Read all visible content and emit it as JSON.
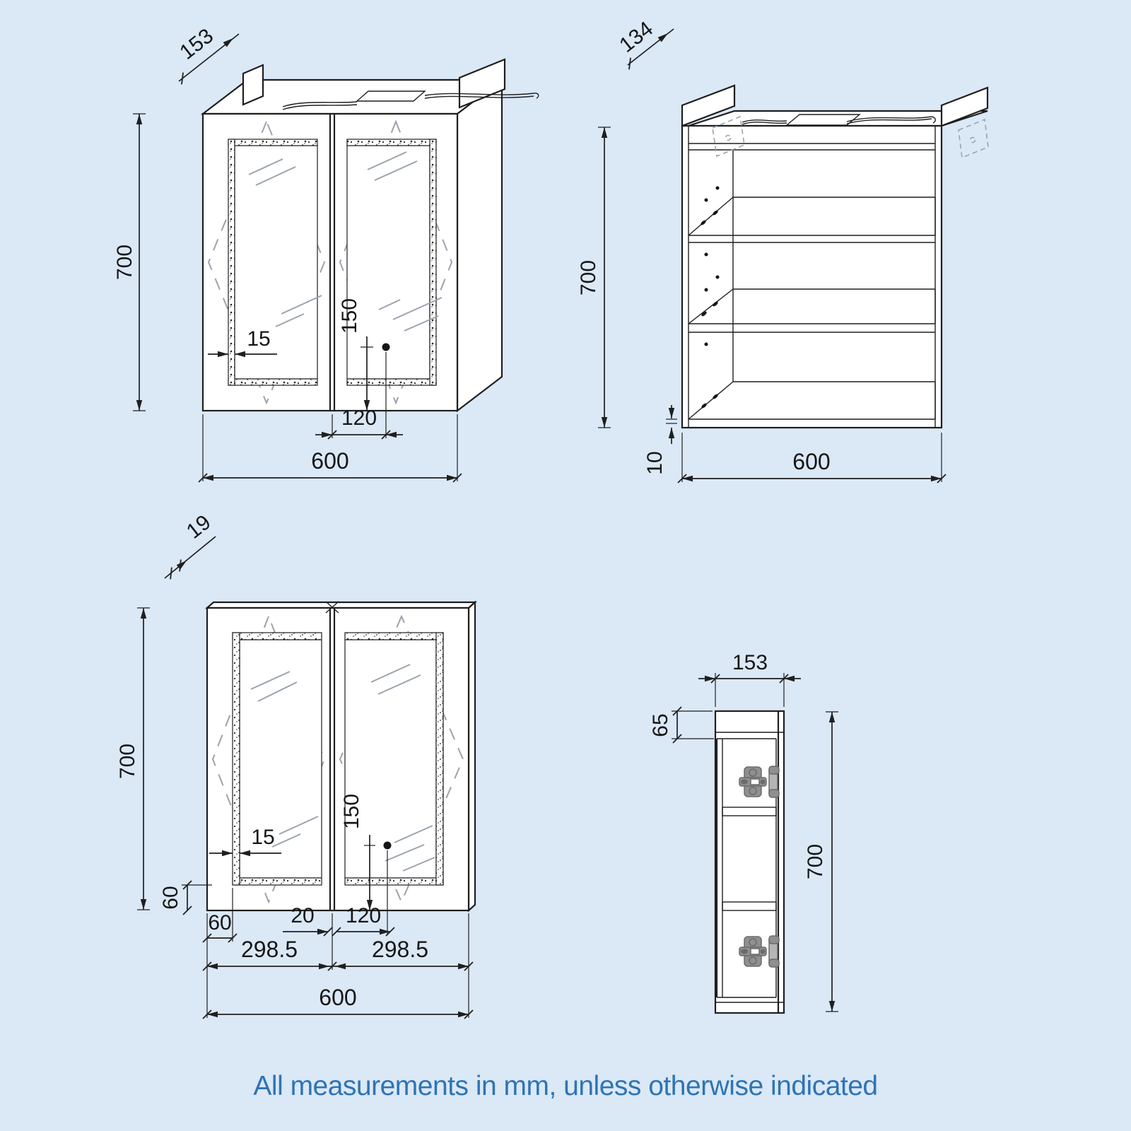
{
  "note": "All measurements in mm, unless otherwise indicated",
  "colors": {
    "background": "#dbe8f6",
    "line": "#1f1f1f",
    "reflection_gray": "#9aa3ad",
    "hinge_gray": "#8f8f8f",
    "note_text": "#2e74b5"
  },
  "views": {
    "front_perspective": {
      "title": "mirror cabinet front perspective",
      "dims": {
        "depth": "153",
        "height": "700",
        "mirror_border": "15",
        "sensor_from_bottom": "150",
        "sensor_from_centre": "120",
        "width": "600"
      }
    },
    "carcass_open": {
      "title": "carcass with shelves (doors removed)",
      "dims": {
        "depth": "134",
        "height": "700",
        "base_thickness": "10",
        "width": "600"
      }
    },
    "front_elevation": {
      "title": "front elevation",
      "dims": {
        "door_thickness": "19",
        "height": "700",
        "mirror_border": "15",
        "sensor_from_bottom": "150",
        "mirror_margin_bottom": "60",
        "mirror_margin_side": "60",
        "door_gap": "20",
        "sensor_from_centre": "120",
        "door_width_left": "298.5",
        "door_width_right": "298.5",
        "width": "600"
      }
    },
    "side_section": {
      "title": "side section",
      "dims": {
        "depth": "153",
        "top_rail": "65",
        "height": "700"
      }
    }
  }
}
